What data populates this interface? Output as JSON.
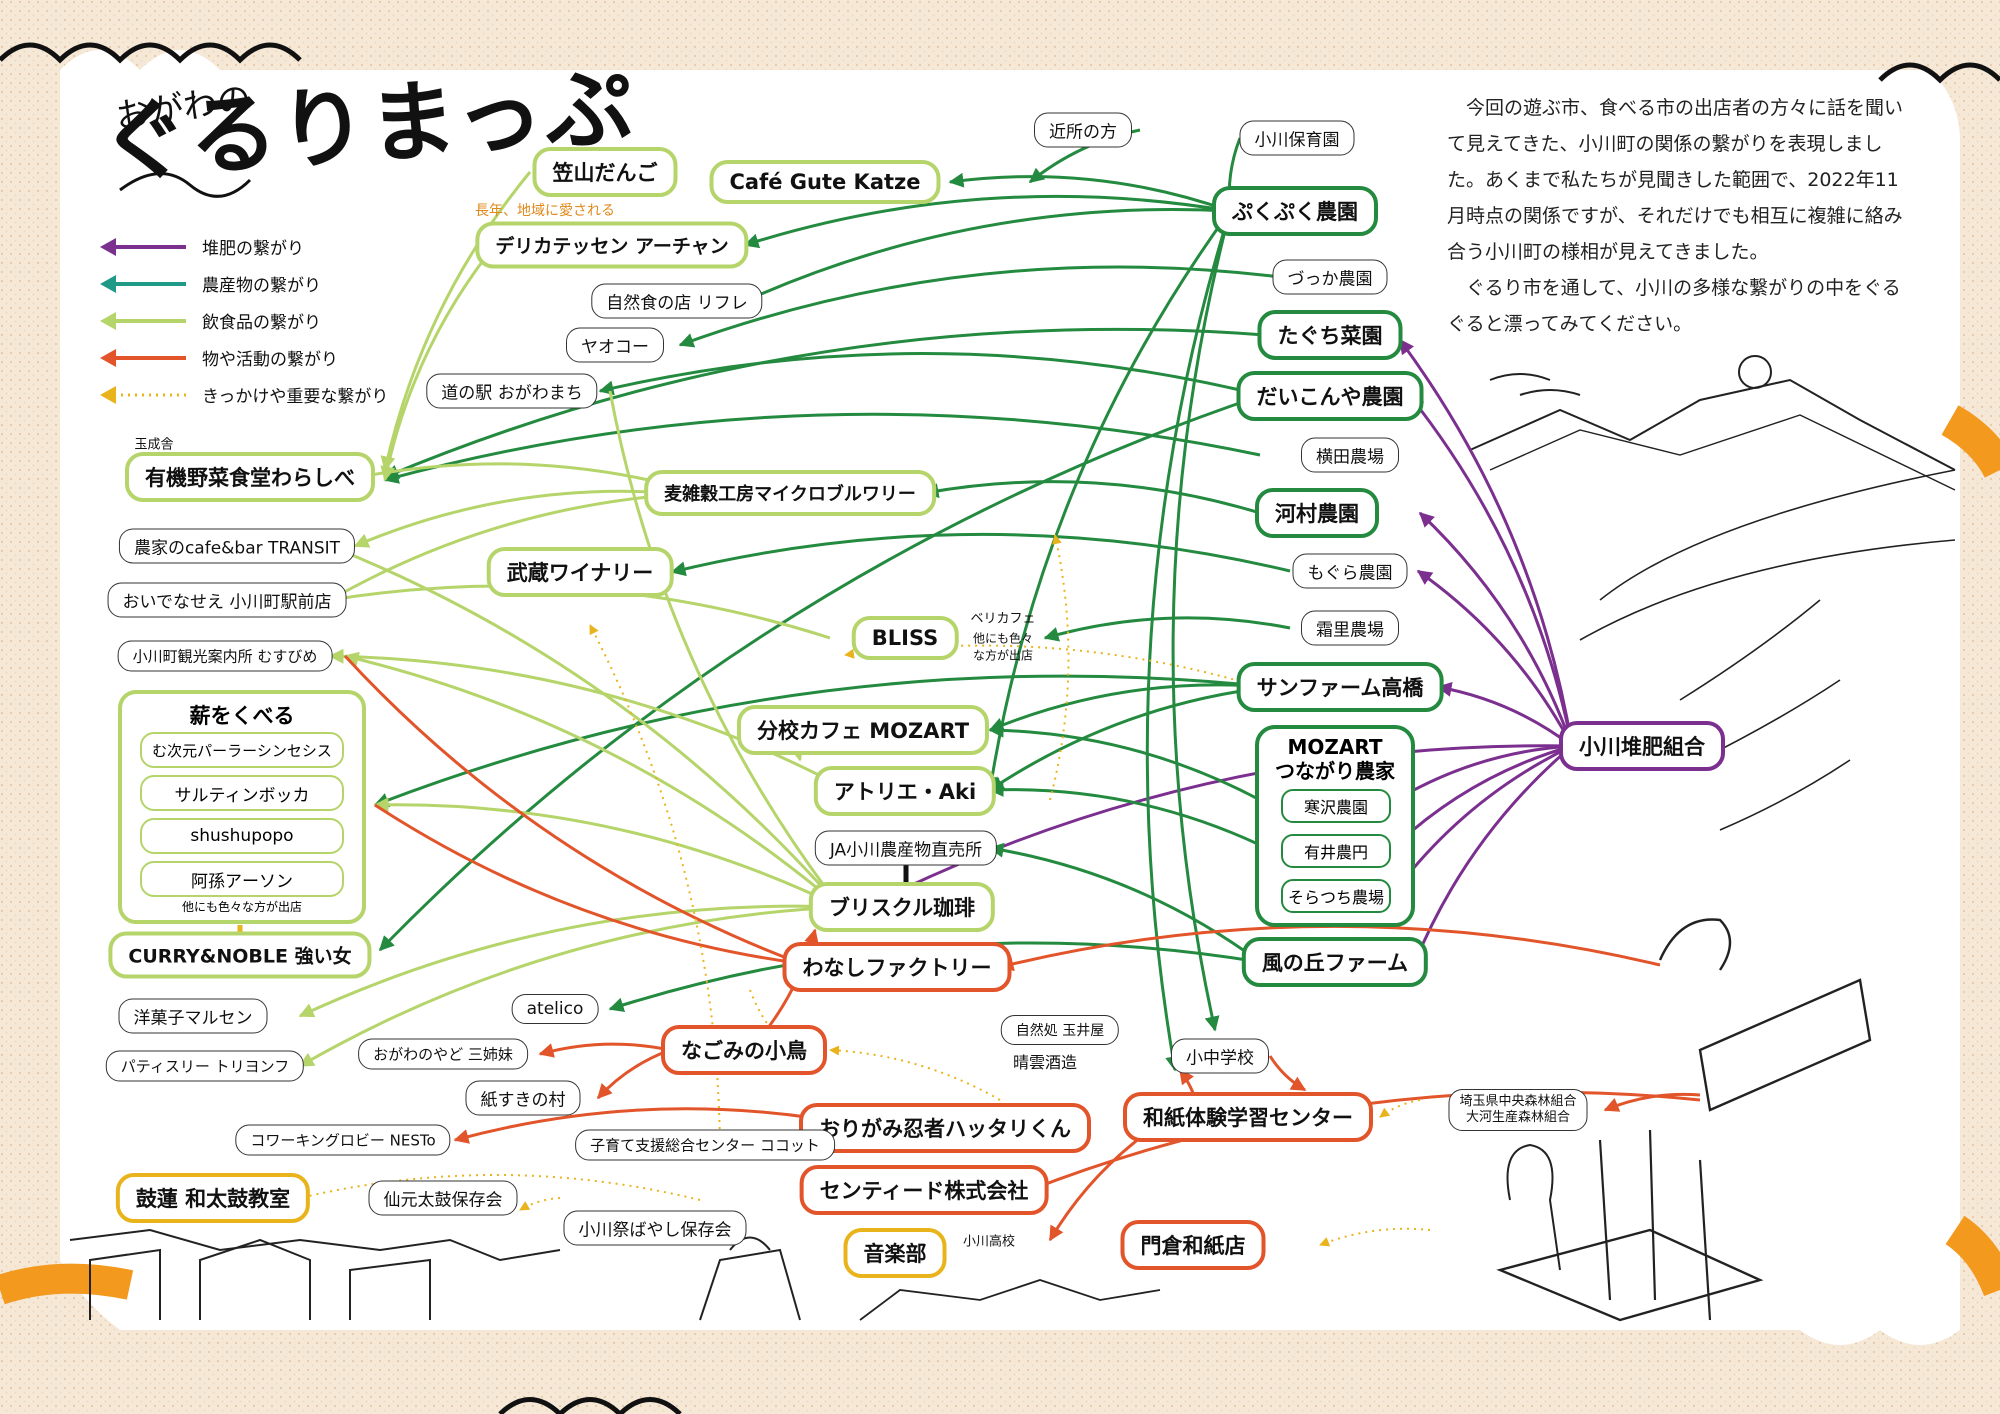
{
  "title": {
    "main": "ぐるりまっぷ",
    "sub": "おがわの"
  },
  "intro": {
    "p1": "今回の遊ぶ市、食べる市の出店者の方々に話を聞いて見えてきた、小川町の関係の繋がりを表現しました。あくまで私たちが見聞きした範囲で、2022年11月時点の関係ですが、それだけでも相互に複雑に絡み合う小川町の様相が見えてきました。",
    "p2": "ぐるり市を通して、小川の多様な繋がりの中をぐるぐると漂ってみてください。"
  },
  "colors": {
    "compost": "#7b2f8e",
    "produce": "#238a3f",
    "food": "#b5d46a",
    "activity": "#e2542a",
    "trigger": "#e9b31c"
  },
  "legend": [
    {
      "label": "堆肥の繋がり",
      "color": "#7b2f8e",
      "style": "solid"
    },
    {
      "label": "農産物の繋がり",
      "color": "#1f9a86",
      "style": "solid"
    },
    {
      "label": "飲食品の繋がり",
      "color": "#b5d46a",
      "style": "solid"
    },
    {
      "label": "物や活動の繋がり",
      "color": "#e2542a",
      "style": "solid"
    },
    {
      "label": "きっかけや重要な繋がり",
      "color": "#e9b31c",
      "style": "dotted"
    }
  ],
  "nodes": {
    "kasayama": "笠山だんご",
    "gutekatze": "Café Gute Katze",
    "delica": "デリカテッセン アーチャン",
    "delica_note": "長年、地域に愛される",
    "shizenshoku": "自然食の店 リフレ",
    "yaoko": "ヤオコー",
    "michinoeki": "道の駅 おがわまち",
    "warashibe": "有機野菜食堂わらしべ",
    "warashibe_note": "玉成舎",
    "transit": "農家のcafe&bar TRANSIT",
    "oidenasee": "おいでなせえ 小川町駅前店",
    "musubime": "小川町観光案内所 むすびめ",
    "musashi": "武蔵ワイナリー",
    "micro": "麦雑穀工房マイクロブルワリー",
    "bliss": "BLISS",
    "bliss_note1": "ベリカフェ",
    "bliss_note2": "他にも色々",
    "bliss_note3": "な方が出店",
    "bunko": "分校カフェ MOZART",
    "atelier": "アトリエ・Aki",
    "ja": "JA小川農産物直売所",
    "brisukuru": "ブリスクル珈琲",
    "washi_factory": "わなしファクトリー",
    "curry": "CURRY&NOBLE 強い女",
    "marusen": "洋菓子マルセン",
    "toriyon": "パティスリー トリヨンフ",
    "atelico": "atelico",
    "nagomi": "なごみの小鳥",
    "sanshimai": "おがわのやど 三姉妹",
    "kamisuki": "紙すきの村",
    "origami": "おりがみ忍者ハッタリくん",
    "kosodate": "子育て支援総合センター ココット",
    "nesto": "コワーキングロビー NESTo",
    "centeed": "センティード株式会社",
    "kotsuzumi": "鼓蓮 和太鼓教室",
    "sengen": "仙元太鼓保存会",
    "bayashi": "小川祭ばやし保存会",
    "ongaku": "音楽部",
    "ongaku_note": "小川高校",
    "kinjo": "近所の方",
    "hoikuen": "小川保育園",
    "pukupuku": "ぷくぷく農園",
    "zukka": "づっか農園",
    "taguchi": "たぐち菜園",
    "daikonya": "だいこんや農園",
    "yokota": "横田農場",
    "kawamura": "河村農園",
    "mogura": "もぐら農園",
    "shimoyama": "霜里農場",
    "sunfarm": "サンファーム高橋",
    "kazenooka": "風の丘ファーム",
    "sake_a": "自然処 玉井屋",
    "sake_b": "晴雲酒造",
    "shochu": "小中学校",
    "washi_center": "和紙体験学習センター",
    "kadokura": "門倉和紙店",
    "mori_a": "埼玉県中央森林組合",
    "mori_b": "大河生産森林組合",
    "taihi": "小川堆肥組合"
  },
  "makiwo": {
    "title": "薪をくべる",
    "items": [
      "む次元パーラーシンセシス",
      "サルティンボッカ",
      "shushupopo",
      "阿孫アーソン"
    ],
    "note": "他にも色々な方が出店"
  },
  "mozart_group": {
    "title1": "MOZART",
    "title2": "つながり農家",
    "items": [
      "寒沢農園",
      "有井農円",
      "そらつち農場"
    ]
  }
}
